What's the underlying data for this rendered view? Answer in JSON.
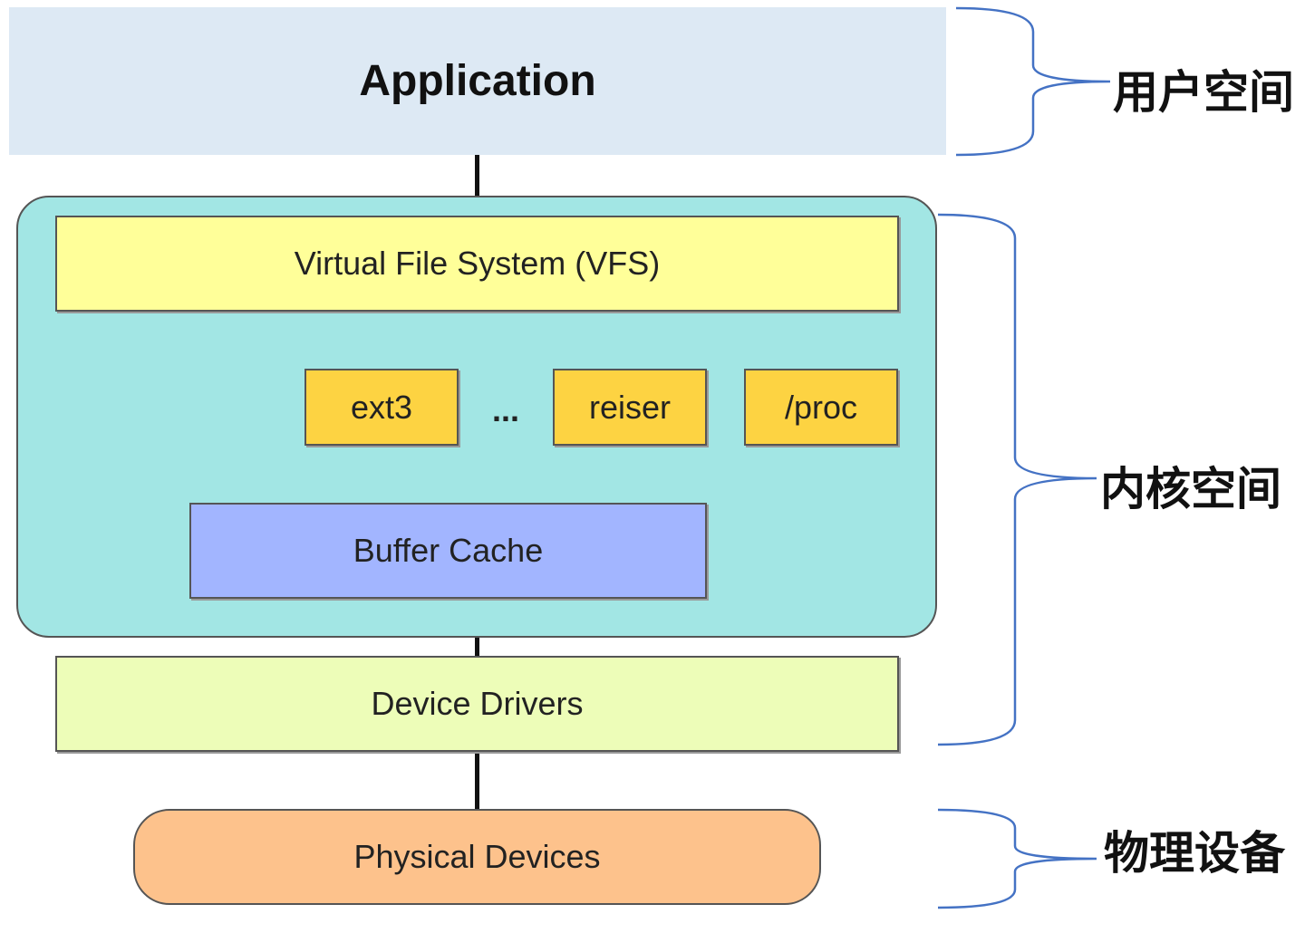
{
  "application": {
    "label": "Application"
  },
  "vfs": {
    "label": "Virtual File System (VFS)"
  },
  "filesystems": [
    {
      "label": "ext3"
    },
    {
      "label": "reiser"
    },
    {
      "label": "/proc"
    }
  ],
  "ellipsis": "...",
  "buffer_cache": {
    "label": "Buffer Cache"
  },
  "device_drivers": {
    "label": "Device Drivers"
  },
  "physical_devices": {
    "label": "Physical Devices"
  },
  "braces": [
    {
      "label": "用户空间"
    },
    {
      "label": "内核空间"
    },
    {
      "label": "物理设备"
    }
  ],
  "colors": {
    "application": "#dde9f4",
    "kernel_area": "#a2e6e4",
    "vfs": "#ffff99",
    "filesystem": "#fdd342",
    "buffer_cache": "#a2b5ff",
    "device_drivers": "#edfdb8",
    "physical_devices": "#fdc28c",
    "brace": "#4472c4"
  }
}
